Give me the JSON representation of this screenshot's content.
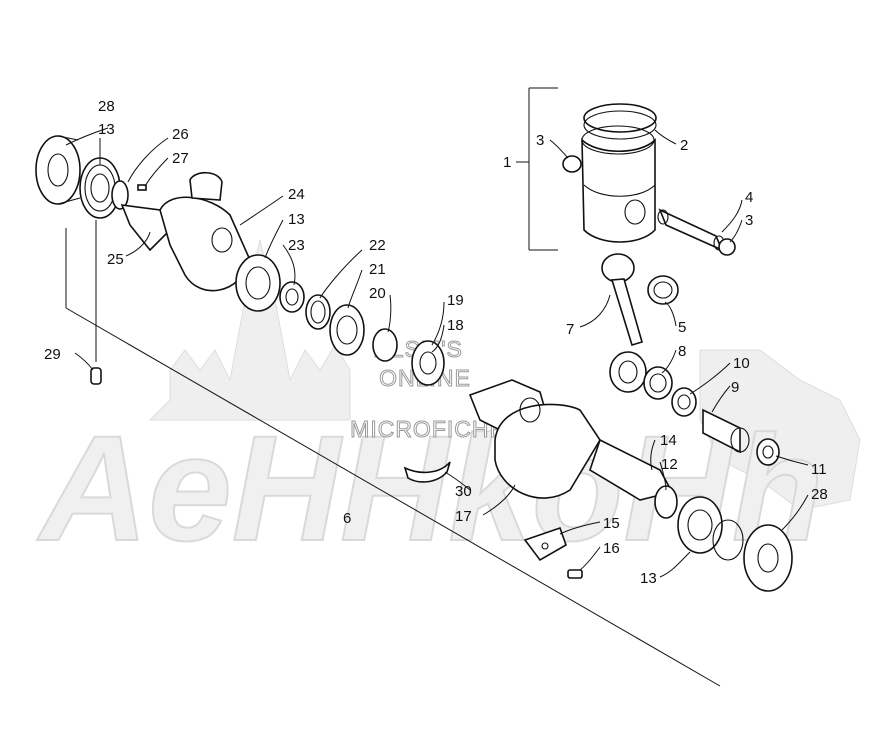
{
  "watermark": {
    "line1": "HLSM'S",
    "line2": "ONLINE",
    "line3": "MICROFICHE",
    "logo": "AeHHkoHh"
  },
  "callouts": [
    "1",
    "2",
    "3",
    "3",
    "4",
    "5",
    "6",
    "7",
    "8",
    "9",
    "10",
    "11",
    "12",
    "13",
    "13",
    "13",
    "14",
    "15",
    "16",
    "17",
    "18",
    "19",
    "20",
    "21",
    "22",
    "23",
    "24",
    "25",
    "26",
    "27",
    "28",
    "28",
    "29",
    "30"
  ]
}
